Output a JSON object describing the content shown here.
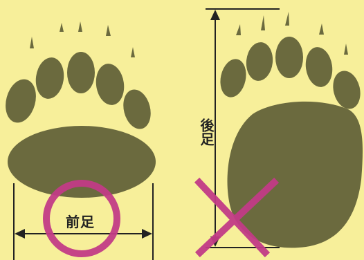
{
  "diagram": {
    "labels": {
      "front_paw": "前足",
      "hind_paw": "後足"
    },
    "colors": {
      "background": "#f7ef9a",
      "paw": "#6b6a3e",
      "measure_line": "#222222",
      "correct_mark": "#c23b86",
      "wrong_mark": "#c23b86"
    },
    "marks": {
      "front_paw": "circle",
      "hind_paw": "cross"
    }
  }
}
